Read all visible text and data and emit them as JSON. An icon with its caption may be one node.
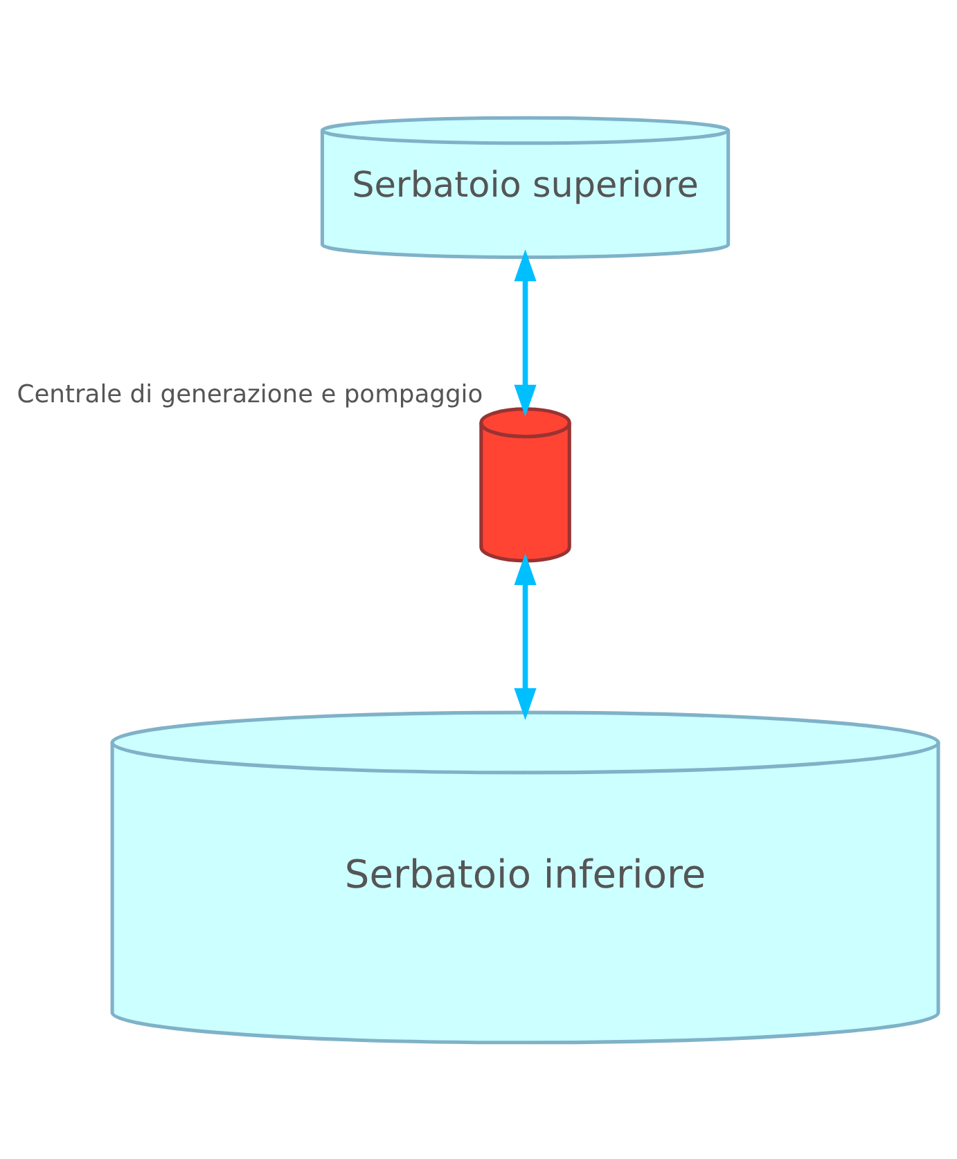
{
  "diagram": {
    "nodes": [
      {
        "text": [
          "Serbatoio superiore"
        ]
      },
      {
        "text": [],
        "shape": "cylinder",
        "beside": [
          "Centrale di generazione e pompaggio"
        ]
      },
      {
        "text": [
          "Serbatoio inferiore"
        ]
      }
    ],
    "edges": [
      {
        "from": 0,
        "to": 1,
        "arrow": "both",
        "color": "#00bfff"
      },
      {
        "from": 1,
        "to": 2,
        "arrow": "both",
        "color": "#00bfff"
      }
    ]
  }
}
